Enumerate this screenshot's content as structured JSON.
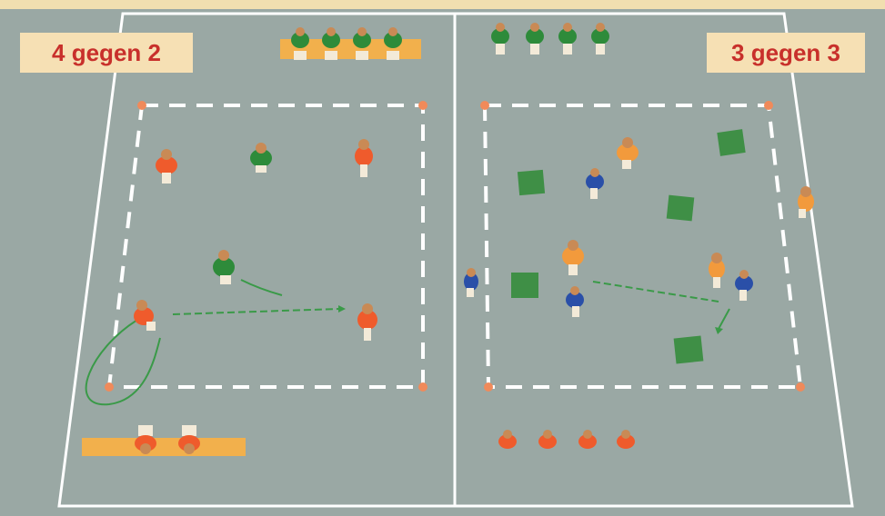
{
  "labels": {
    "left": "4 gegen 2",
    "right": "3 gegen 3"
  },
  "colors": {
    "floor": "#9aa8a4",
    "top_bar": "#f1dfb0",
    "court_line": "#ffffff",
    "label_bg": "#f6e0b4",
    "label_text": "#c8302b",
    "team_red": "#ef5b2c",
    "team_green": "#2e8b3a",
    "team_orange": "#f29a3c",
    "team_blue": "#2a4fa8",
    "bench": "#f2b04c",
    "goal_square": "#3f8f46",
    "pass_line": "#3a9a48",
    "cone": "#f08a5a"
  },
  "diagram": {
    "left_field": {
      "players_red_in_field": 4,
      "players_green_in_field": 2,
      "players_green_on_bench": 4,
      "players_red_on_bench": 2
    },
    "right_field": {
      "players_orange_in_field": 3,
      "players_blue_in_field": 3,
      "goal_squares": 5,
      "players_green_waiting": 4,
      "players_red_waiting": 4
    }
  }
}
